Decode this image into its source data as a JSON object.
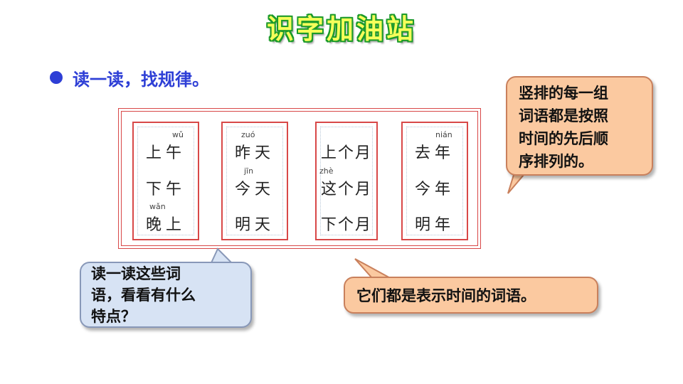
{
  "title": "识字加油站",
  "instruction": "读一读，找规律。",
  "cards": [
    {
      "rows": [
        {
          "pinyin": "wǔ",
          "word": "上午"
        },
        {
          "pinyin": "",
          "word": "下午"
        },
        {
          "pinyin": "wǎn",
          "word": "晚上"
        }
      ]
    },
    {
      "rows": [
        {
          "pinyin": "zuó",
          "word": "昨天"
        },
        {
          "pinyin": "jīn",
          "word": "今天"
        },
        {
          "pinyin": "",
          "word": "明天"
        }
      ]
    },
    {
      "rows": [
        {
          "pinyin": "",
          "word": "上个月"
        },
        {
          "pinyin": "zhè",
          "word": "这个月"
        },
        {
          "pinyin": "",
          "word": "下个月"
        }
      ]
    },
    {
      "rows": [
        {
          "pinyin": "nián",
          "word": "去年"
        },
        {
          "pinyin": "",
          "word": "今年"
        },
        {
          "pinyin": "",
          "word": "明年"
        }
      ]
    }
  ],
  "bubbles": {
    "right": {
      "lines": [
        "竖排的每一组",
        "词语都是按照",
        "时间的先后顺",
        "序排列的。"
      ]
    },
    "left": {
      "lines": [
        "读一读这些词",
        "语，看看有什么",
        "特点？"
      ]
    },
    "middle": {
      "text": "它们都是表示时间的词语。"
    }
  },
  "colors": {
    "title_fill": "#f6ff5a",
    "title_outline": "#1c9a2a",
    "instruction": "#2e3fd6",
    "frame": "#d84848",
    "bubble_orange": "#fbc9a0",
    "bubble_blue": "#d7e3f4"
  }
}
